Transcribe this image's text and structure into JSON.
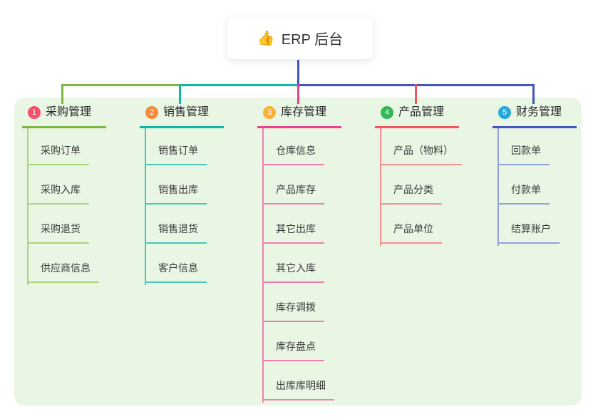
{
  "root": {
    "icon": "thumbs-up",
    "label": "ERP 后台"
  },
  "panel_bg": "#e9f6e3",
  "connector_colors": {
    "root_drop": "#4355c4",
    "rail_left": "#7db843",
    "rail_mid": "#13b5a5",
    "rail_right": "#4355c4"
  },
  "branches": [
    {
      "num": "1",
      "label": "采购管理",
      "badge_color": "#f4516c",
      "line_color": "#7db843",
      "sub_line_color": "#a6d67d",
      "children": [
        "采购订单",
        "采购入库",
        "采购退货",
        "供应商信息"
      ]
    },
    {
      "num": "2",
      "label": "销售管理",
      "badge_color": "#f8893b",
      "line_color": "#13b5a5",
      "sub_line_color": "#49c7ba",
      "children": [
        "销售订单",
        "销售出库",
        "销售退货",
        "客户信息"
      ]
    },
    {
      "num": "3",
      "label": "库存管理",
      "badge_color": "#f9b234",
      "line_color": "#ea3f8c",
      "sub_line_color": "#f07fb4",
      "children": [
        "仓库信息",
        "产品库存",
        "其它出库",
        "其它入库",
        "库存调拨",
        "库存盘点",
        "出库库明细"
      ]
    },
    {
      "num": "4",
      "label": "产品管理",
      "badge_color": "#33b857",
      "line_color": "#f4555c",
      "sub_line_color": "#f59091",
      "children": [
        "产品（物料）",
        "产品分类",
        "产品单位"
      ]
    },
    {
      "num": "5",
      "label": "财务管理",
      "badge_color": "#25a8df",
      "line_color": "#4355c4",
      "sub_line_color": "#8fa2dc",
      "children": [
        "回款单",
        "付款单",
        "结算账户"
      ]
    }
  ]
}
